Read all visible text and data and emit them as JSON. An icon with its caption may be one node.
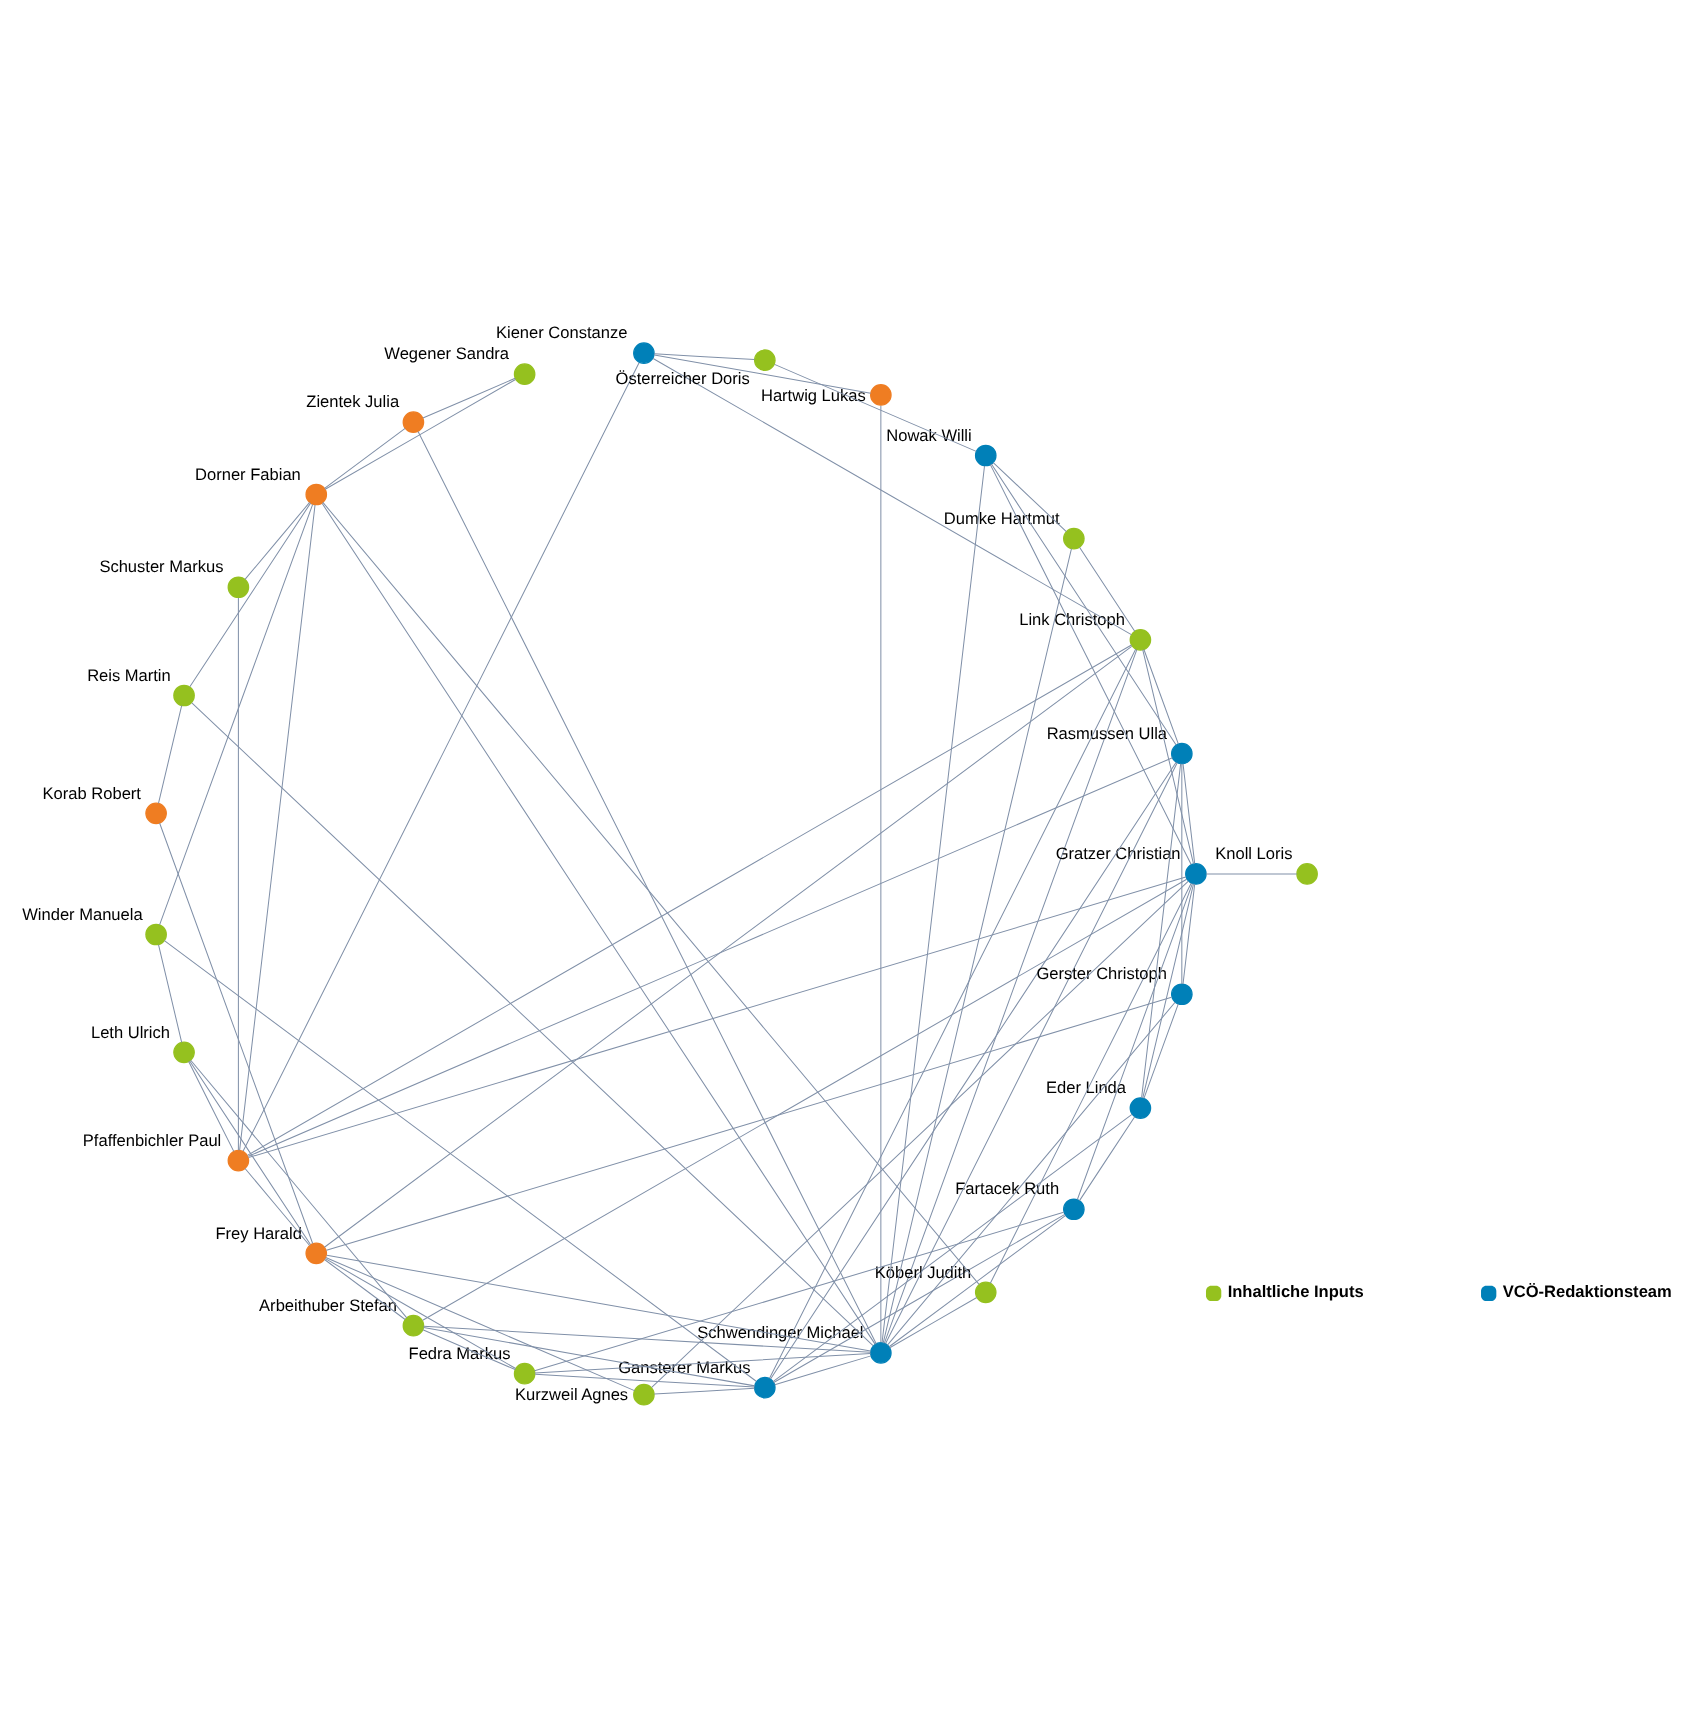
{
  "diagram": {
    "nodes": [
      {
        "text": [
          "Link Christoph"
        ]
      },
      {
        "text": [
          "Hartwig Lukas"
        ]
      },
      {
        "text": [
          "Kiener Constanze"
        ]
      },
      {
        "text": [
          "Gansterer Markus"
        ]
      },
      {
        "text": [
          "Dorner Fabian"
        ]
      },
      {
        "text": [
          "Köberl Judith"
        ]
      },
      {
        "text": [
          "Winder Manuela"
        ]
      },
      {
        "text": [
          "Schwendinger Michael"
        ]
      },
      {
        "text": [
          "Fedra Markus"
        ]
      },
      {
        "text": [
          "Reis Martin"
        ]
      },
      {
        "text": [
          "Arbeithuber Stefan"
        ]
      },
      {
        "text": [
          "Nowak Willi"
        ]
      },
      {
        "text": [
          "Leth Ulrich"
        ]
      },
      {
        "text": [
          "Zientek Julia"
        ]
      },
      {
        "text": [
          "Pfaffenbichler Paul"
        ]
      },
      {
        "text": [
          "Knoll Loris"
        ]
      },
      {
        "text": [
          "Österreicher Doris"
        ]
      },
      {
        "text": [
          "Wegener Sandra"
        ]
      },
      {
        "text": [
          "Kurzweil Agnes"
        ]
      },
      {
        "text": [
          "Eder Linda"
        ]
      },
      {
        "text": [
          "Korab Robert"
        ]
      },
      {
        "text": [
          "Dumke Hartmut"
        ]
      },
      {
        "text": [
          "Rasmussen Ulla"
        ]
      },
      {
        "text": [
          "Gerster Christoph"
        ]
      },
      {
        "text": [
          "Frey Harald"
        ]
      },
      {
        "text": [
          "Gratzer Christian"
        ]
      },
      {
        "text": [
          "Schuster Markus"
        ]
      },
      {
        "text": [
          "Fartacek Ruth"
        ]
      }
    ],
    "edges": [
      {
        "from": 3,
        "to": 0,
        "arrow": "none"
      },
      {
        "from": 3,
        "to": 7,
        "arrow": "none"
      },
      {
        "from": 3,
        "to": 10,
        "arrow": "none"
      },
      {
        "from": 3,
        "to": 8,
        "arrow": "none"
      },
      {
        "from": 3,
        "to": 6,
        "arrow": "none"
      },
      {
        "from": 3,
        "to": 19,
        "arrow": "none"
      },
      {
        "from": 3,
        "to": 22,
        "arrow": "none"
      },
      {
        "from": 3,
        "to": 27,
        "arrow": "none"
      },
      {
        "from": 6,
        "to": 12,
        "arrow": "none"
      },
      {
        "from": 6,
        "to": 4,
        "arrow": "none"
      },
      {
        "from": 8,
        "to": 7,
        "arrow": "none"
      },
      {
        "from": 8,
        "to": 10,
        "arrow": "none"
      },
      {
        "from": 8,
        "to": 24,
        "arrow": "none"
      },
      {
        "from": 8,
        "to": 27,
        "arrow": "none"
      },
      {
        "from": 10,
        "to": 12,
        "arrow": "none"
      },
      {
        "from": 10,
        "to": 7,
        "arrow": "none"
      },
      {
        "from": 10,
        "to": 24,
        "arrow": "none"
      },
      {
        "from": 10,
        "to": 25,
        "arrow": "none"
      },
      {
        "from": 12,
        "to": 14,
        "arrow": "none"
      },
      {
        "from": 12,
        "to": 24,
        "arrow": "none"
      },
      {
        "from": 1,
        "to": 2,
        "arrow": "none"
      },
      {
        "from": 1,
        "to": 7,
        "arrow": "none"
      },
      {
        "from": 0,
        "to": 2,
        "arrow": "none"
      },
      {
        "from": 0,
        "to": 7,
        "arrow": "none"
      },
      {
        "from": 0,
        "to": 14,
        "arrow": "none"
      },
      {
        "from": 0,
        "to": 25,
        "arrow": "none"
      },
      {
        "from": 0,
        "to": 24,
        "arrow": "none"
      },
      {
        "from": 0,
        "to": 22,
        "arrow": "none"
      },
      {
        "from": 0,
        "to": 21,
        "arrow": "none"
      },
      {
        "from": 2,
        "to": 16,
        "arrow": "none"
      },
      {
        "from": 2,
        "to": 14,
        "arrow": "none"
      },
      {
        "from": 4,
        "to": 7,
        "arrow": "none"
      },
      {
        "from": 4,
        "to": 5,
        "arrow": "none"
      },
      {
        "from": 4,
        "to": 9,
        "arrow": "none"
      },
      {
        "from": 4,
        "to": 13,
        "arrow": "none"
      },
      {
        "from": 4,
        "to": 17,
        "arrow": "none"
      },
      {
        "from": 4,
        "to": 26,
        "arrow": "none"
      },
      {
        "from": 4,
        "to": 14,
        "arrow": "none"
      },
      {
        "from": 5,
        "to": 7,
        "arrow": "none"
      },
      {
        "from": 5,
        "to": 25,
        "arrow": "none"
      },
      {
        "from": 7,
        "to": 9,
        "arrow": "none"
      },
      {
        "from": 7,
        "to": 11,
        "arrow": "none"
      },
      {
        "from": 7,
        "to": 13,
        "arrow": "none"
      },
      {
        "from": 7,
        "to": 21,
        "arrow": "none"
      },
      {
        "from": 7,
        "to": 27,
        "arrow": "none"
      },
      {
        "from": 7,
        "to": 24,
        "arrow": "none"
      },
      {
        "from": 7,
        "to": 22,
        "arrow": "none"
      },
      {
        "from": 7,
        "to": 23,
        "arrow": "none"
      },
      {
        "from": 9,
        "to": 20,
        "arrow": "none"
      },
      {
        "from": 11,
        "to": 16,
        "arrow": "none"
      },
      {
        "from": 11,
        "to": 22,
        "arrow": "none"
      },
      {
        "from": 11,
        "to": 25,
        "arrow": "none"
      },
      {
        "from": 11,
        "to": 21,
        "arrow": "none"
      },
      {
        "from": 13,
        "to": 17,
        "arrow": "none"
      },
      {
        "from": 14,
        "to": 25,
        "arrow": "none"
      },
      {
        "from": 14,
        "to": 24,
        "arrow": "none"
      },
      {
        "from": 14,
        "to": 22,
        "arrow": "none"
      },
      {
        "from": 14,
        "to": 26,
        "arrow": "none"
      },
      {
        "from": 15,
        "to": 25,
        "arrow": "none"
      },
      {
        "from": 18,
        "to": 25,
        "arrow": "none"
      },
      {
        "from": 18,
        "to": 24,
        "arrow": "none"
      },
      {
        "from": 18,
        "to": 3,
        "arrow": "none"
      },
      {
        "from": 19,
        "to": 23,
        "arrow": "none"
      },
      {
        "from": 19,
        "to": 27,
        "arrow": "none"
      },
      {
        "from": 19,
        "to": 22,
        "arrow": "none"
      },
      {
        "from": 19,
        "to": 25,
        "arrow": "none"
      },
      {
        "from": 23,
        "to": 22,
        "arrow": "none"
      },
      {
        "from": 23,
        "to": 25,
        "arrow": "none"
      },
      {
        "from": 23,
        "to": 24,
        "arrow": "none"
      },
      {
        "from": 25,
        "to": 27,
        "arrow": "none"
      },
      {
        "from": 25,
        "to": 22,
        "arrow": "none"
      },
      {
        "from": 20,
        "to": 24,
        "arrow": "none"
      }
    ],
    "legend": [
      {
        "text": "Inhaltliche Inputs",
        "color": "#95c11f"
      },
      {
        "text": "VCÖ-Redaktionsteam",
        "color": "#0080b8"
      }
    ]
  }
}
